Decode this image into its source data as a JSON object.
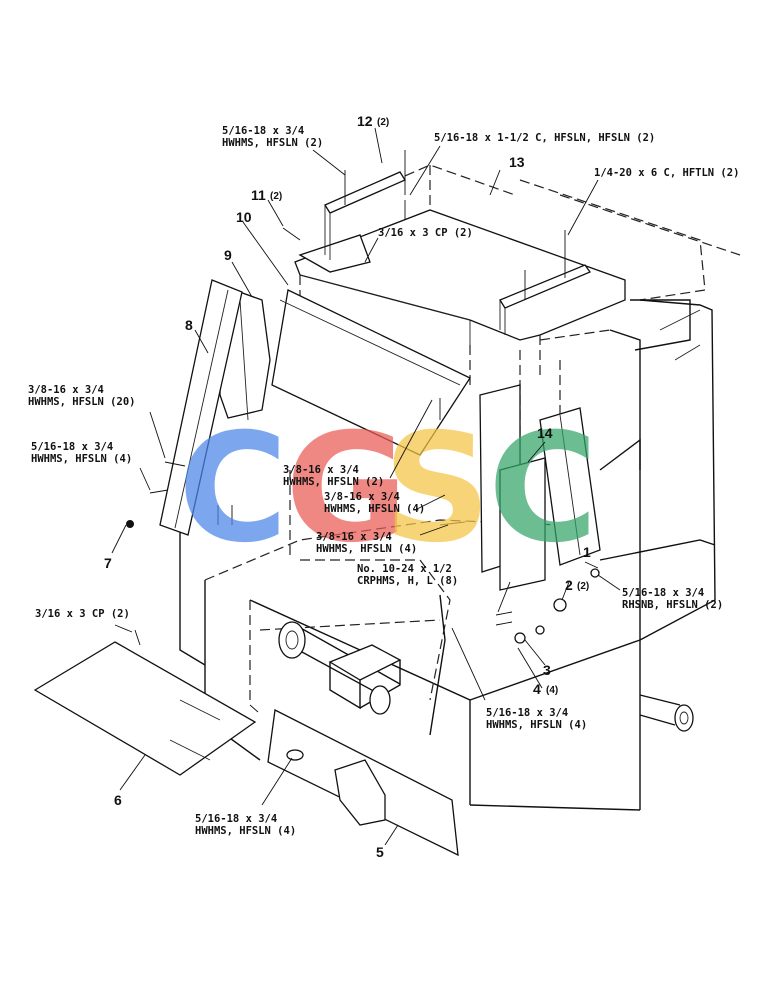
{
  "watermark": {
    "letters": [
      {
        "char": "C",
        "color": "#4A86E8"
      },
      {
        "char": "G",
        "color": "#EA5B53"
      },
      {
        "char": "S",
        "color": "#F6C445"
      },
      {
        "char": "C",
        "color": "#34A468"
      }
    ]
  },
  "items": [
    {
      "num": "1"
    },
    {
      "num": "2",
      "qty": "(2)"
    },
    {
      "num": "3"
    },
    {
      "num": "4",
      "qty": "(4)"
    },
    {
      "num": "5"
    },
    {
      "num": "6"
    },
    {
      "num": "7"
    },
    {
      "num": "8"
    },
    {
      "num": "9"
    },
    {
      "num": "10"
    },
    {
      "num": "11",
      "qty": "(2)"
    },
    {
      "num": "12",
      "qty": "(2)"
    },
    {
      "num": "13"
    },
    {
      "num": "14"
    }
  ],
  "callouts": [
    {
      "lines": [
        "5/16-18 x 3/4",
        "HWHMS, HFSLN (2)"
      ]
    },
    {
      "lines": [
        "5/16-18 x 1-1/2 C, HFSLN, HFSLN (2)"
      ]
    },
    {
      "lines": [
        "1/4-20 x 6 C, HFTLN (2)"
      ]
    },
    {
      "lines": [
        "3/16 x 3 CP (2)"
      ]
    },
    {
      "lines": [
        "3/8-16 x 3/4",
        "HWHMS, HFSLN (20)"
      ]
    },
    {
      "lines": [
        "5/16-18 x 3/4",
        "HWHMS, HFSLN (4)"
      ]
    },
    {
      "lines": [
        "3/8-16 x 3/4",
        "HWHMS, HFSLN (2)"
      ]
    },
    {
      "lines": [
        "3/8-16 x 3/4",
        "HWHMS, HFSLN (4)"
      ]
    },
    {
      "lines": [
        "3/8-16 x 3/4",
        "HWHMS, HFSLN (4)"
      ]
    },
    {
      "lines": [
        "No. 10-24 x 1/2",
        "CRPHMS, H, L (8)"
      ]
    },
    {
      "lines": [
        "5/16-18 x 3/4",
        "RHSNB, HFSLN (2)"
      ]
    },
    {
      "lines": [
        "3/16 x 3 CP (2)"
      ]
    },
    {
      "lines": [
        "5/16-18 x 3/4",
        "HWHMS, HFSLN (4)"
      ]
    },
    {
      "lines": [
        "5/16-18 x 3/4",
        "HWHMS, HFSLN (4)"
      ]
    }
  ]
}
